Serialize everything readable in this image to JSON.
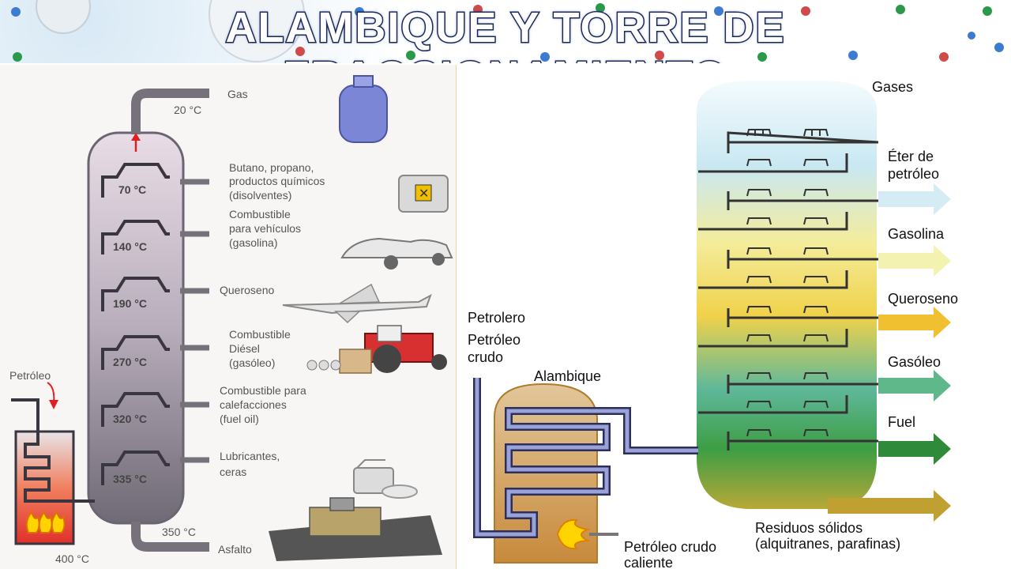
{
  "title": "ALAMBIQUE Y TORRE DE FRACCIONAMIENTO",
  "colors": {
    "title_stroke": "#1b2a5c",
    "column": "#8d8696",
    "right_arrow_top": "#cfe6f2",
    "right_arrow_bottom": "#2f8a3a"
  },
  "left": {
    "petroleo": "Petróleo",
    "furnace_temp": "400 °C",
    "top_temp": "20 °C",
    "bottom_temp": "350 °C",
    "gas": "Gas",
    "asfalto": "Asfalto",
    "trays": [
      {
        "temp": "70 °C"
      },
      {
        "temp": "140 °C"
      },
      {
        "temp": "190 °C"
      },
      {
        "temp": "270 °C"
      },
      {
        "temp": "320 °C"
      },
      {
        "temp": "335 °C"
      }
    ],
    "labels": {
      "butano_1": "Butano, propano,",
      "butano_2": "productos químicos",
      "butano_3": "(disolventes)",
      "gasolina_1": "Combustible",
      "gasolina_2": "para vehículos",
      "gasolina_3": "(gasolina)",
      "queroseno": "Queroseno",
      "diesel_1": "Combustible",
      "diesel_2": "Diésel",
      "diesel_3": "(gasóleo)",
      "fuel_1": "Combustible para",
      "fuel_2": "calefacciones",
      "fuel_3": "(fuel oil)",
      "lub_1": "Lubricantes,",
      "lub_2": "ceras"
    },
    "icons": [
      "gas-cylinder-icon",
      "solvent-can-icon",
      "car-icon",
      "airplane-icon",
      "tractor-icon",
      "oil-can-icon",
      "asphalt-paver-icon"
    ]
  },
  "right": {
    "gases": "Gases",
    "eter_1": "Éter de",
    "eter_2": "petróleo",
    "gasolina": "Gasolina",
    "queroseno": "Queroseno",
    "gasoleo": "Gasóleo",
    "fuel": "Fuel",
    "residuos_1": "Residuos sólidos",
    "residuos_2": "(alquitranes, parafinas)",
    "petrolero": "Petrolero",
    "petroleo_crudo_1": "Petróleo",
    "petroleo_crudo_2": "crudo",
    "alambique": "Alambique",
    "caliente_1": "Petróleo crudo",
    "caliente_2": "caliente"
  }
}
